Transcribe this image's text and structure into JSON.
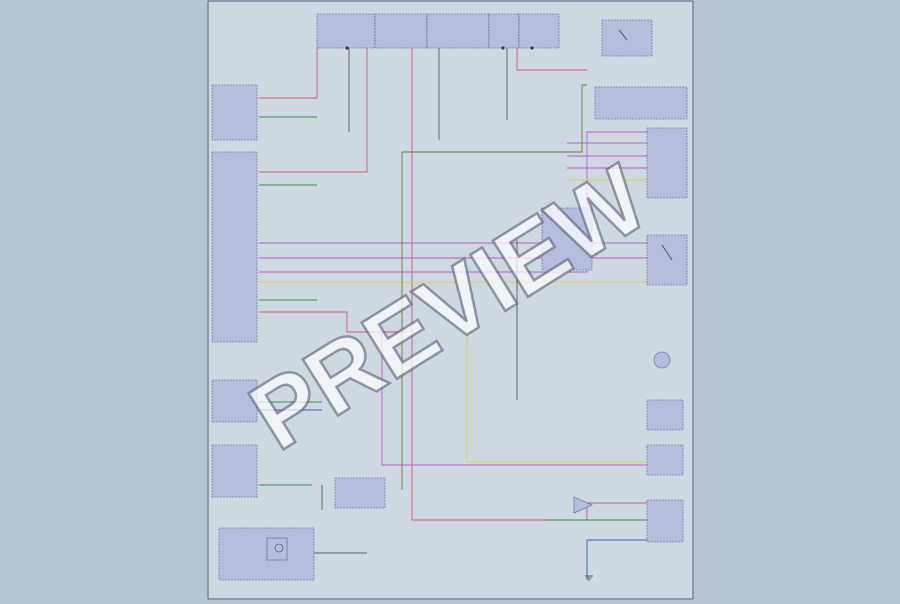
{
  "watermark": {
    "text": "PREVIEW"
  },
  "colors": {
    "page": "#b7c5d0",
    "sheet": "#cdd8e3",
    "block": "#b6bedf",
    "wire_red": "#d2566f",
    "wire_magenta": "#c25ad0",
    "wire_green": "#3f8f48",
    "wire_yellow": "#d8d54a",
    "wire_olive": "#6b7a3a",
    "wire_black": "#3a3a3a",
    "wire_blue": "#3b5fb0"
  },
  "diagram": {
    "blocks": [
      {
        "name": "top-connector-1"
      },
      {
        "name": "top-connector-2"
      },
      {
        "name": "top-connector-3"
      },
      {
        "name": "top-connector-4"
      },
      {
        "name": "top-connector-5"
      },
      {
        "name": "top-switch"
      },
      {
        "name": "left-small-switch"
      },
      {
        "name": "left-main-module"
      },
      {
        "name": "right-module-upper"
      },
      {
        "name": "right-module-2"
      },
      {
        "name": "right-component-3"
      },
      {
        "name": "left-module-lower"
      },
      {
        "name": "left-module-bottom"
      },
      {
        "name": "bottom-left-device"
      },
      {
        "name": "right-module-4"
      },
      {
        "name": "right-module-5"
      },
      {
        "name": "right-module-bottom"
      },
      {
        "name": "center-bottom-relay"
      },
      {
        "name": "center-ground-box"
      }
    ],
    "wires": [
      {
        "color": "red"
      },
      {
        "color": "red"
      },
      {
        "color": "red"
      },
      {
        "color": "red"
      },
      {
        "color": "magenta"
      },
      {
        "color": "magenta"
      },
      {
        "color": "magenta"
      },
      {
        "color": "green"
      },
      {
        "color": "green"
      },
      {
        "color": "yellow"
      },
      {
        "color": "olive"
      },
      {
        "color": "black"
      },
      {
        "color": "blue"
      }
    ]
  }
}
